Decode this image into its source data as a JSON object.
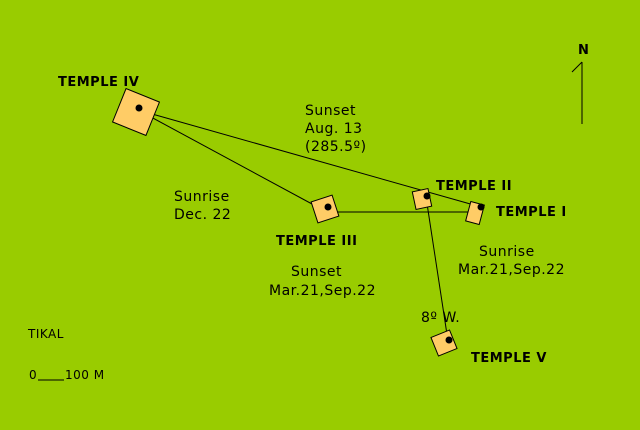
{
  "map": {
    "background": "#99cc00",
    "temple_color": "#ffcc66",
    "title": "TIKAL",
    "north_label": "N",
    "scale": {
      "start": "0",
      "end": "100 M"
    },
    "temples": {
      "t1": "TEMPLE I",
      "t2": "TEMPLE II",
      "t3": "TEMPLE III",
      "t4": "TEMPLE IV",
      "t5": "TEMPLE V"
    },
    "annotations": {
      "sunset_aug": [
        "Sunset",
        "Aug. 13",
        "(285.5º)"
      ],
      "sunrise_dec": [
        "Sunrise",
        "Dec. 22"
      ],
      "sunset_mar": [
        "Sunset",
        "Mar.21,Sep.22"
      ],
      "sunrise_mar": [
        "Sunrise",
        "Mar.21,Sep.22"
      ],
      "deviation": "8º W."
    }
  }
}
